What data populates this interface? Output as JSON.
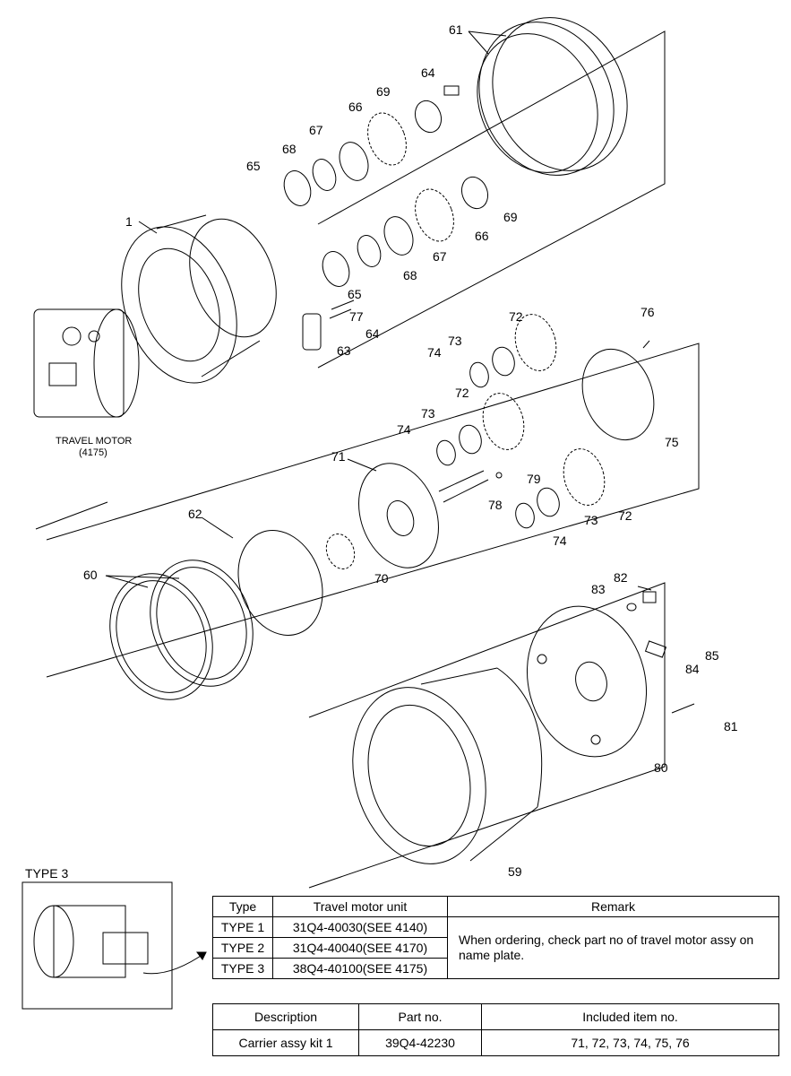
{
  "callouts": [
    "61",
    "64",
    "69",
    "66",
    "67",
    "68",
    "65",
    "1",
    "69",
    "66",
    "67",
    "68",
    "65",
    "77",
    "64",
    "63",
    "72",
    "76",
    "73",
    "74",
    "72",
    "73",
    "74",
    "75",
    "71",
    "79",
    "78",
    "72",
    "73",
    "74",
    "62",
    "70",
    "60",
    "82",
    "83",
    "85",
    "84",
    "81",
    "80",
    "59"
  ],
  "travel_motor_label": "TRAVEL MOTOR",
  "travel_motor_code": "(4175)",
  "type3_label": "TYPE 3",
  "type_table": {
    "headers": [
      "Type",
      "Travel motor unit",
      "Remark"
    ],
    "rows": [
      {
        "type": "TYPE 1",
        "unit": "31Q4-40030(SEE 4140)"
      },
      {
        "type": "TYPE 2",
        "unit": "31Q4-40040(SEE 4170)"
      },
      {
        "type": "TYPE 3",
        "unit": "38Q4-40100(SEE 4175)"
      }
    ],
    "remark": "When ordering, check part no of travel motor assy on name plate."
  },
  "kit_table": {
    "headers": [
      "Description",
      "Part no.",
      "Included item no."
    ],
    "rows": [
      {
        "description": "Carrier assy kit 1",
        "part_no": "39Q4-42230",
        "items": "71, 72, 73, 74, 75, 76"
      }
    ]
  }
}
